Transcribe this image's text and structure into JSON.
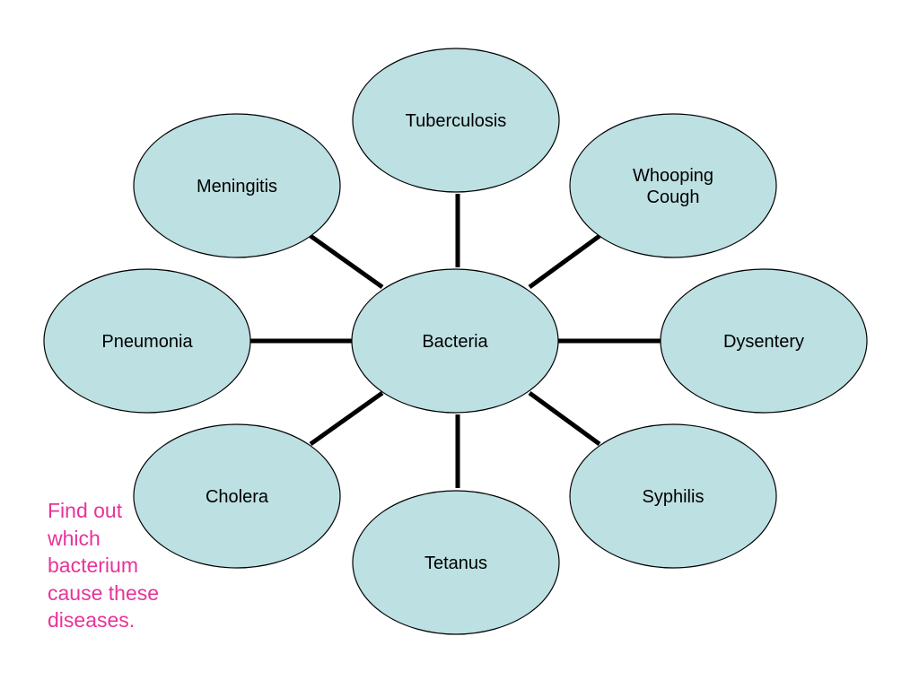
{
  "diagram": {
    "center": {
      "label": "Bacteria"
    },
    "diseases": [
      {
        "id": "tuberculosis",
        "label": "Tuberculosis"
      },
      {
        "id": "whooping-cough",
        "label": "Whooping\nCough"
      },
      {
        "id": "dysentery",
        "label": "Dysentery"
      },
      {
        "id": "syphilis",
        "label": "Syphilis"
      },
      {
        "id": "tetanus",
        "label": "Tetanus"
      },
      {
        "id": "cholera",
        "label": "Cholera"
      },
      {
        "id": "pneumonia",
        "label": "Pneumonia"
      },
      {
        "id": "meningitis",
        "label": "Meningitis"
      }
    ]
  },
  "instruction": {
    "text": "Find out\nwhich\nbacterium\ncause these\ndiseases."
  },
  "colors": {
    "node_fill": "#bde0e2",
    "node_stroke": "#000000",
    "connector": "#000000",
    "instruction_text": "#e8339a"
  }
}
